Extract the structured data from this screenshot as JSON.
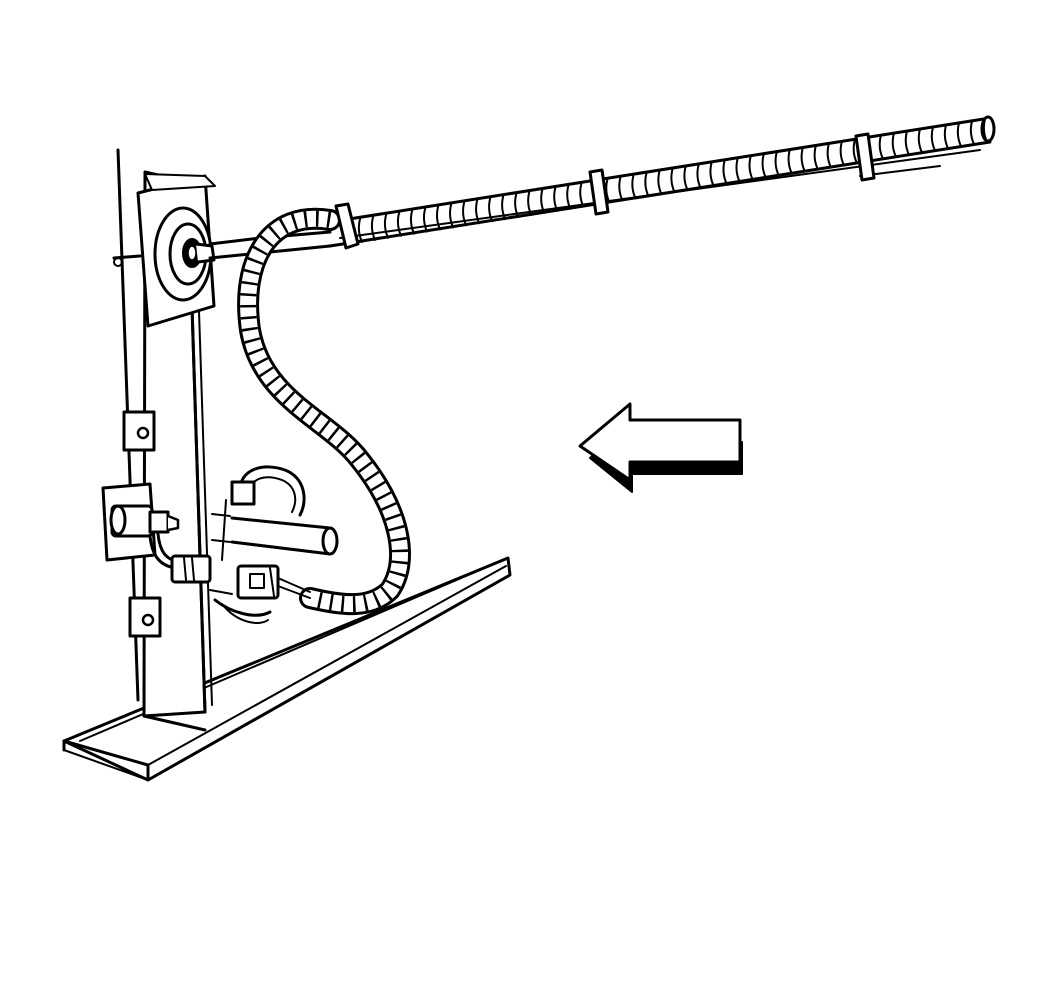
{
  "diagram": {
    "ink_color": "#000000",
    "paper_color": "#ffffff",
    "components": [
      "mounting-bracket",
      "bottom-channel-rail",
      "grommet",
      "wiring-harness-conduit",
      "harness-clips",
      "sensor-stud",
      "electrical-connector",
      "harness-retainer-strap",
      "direction-arrow"
    ],
    "arrow_direction": "left"
  }
}
